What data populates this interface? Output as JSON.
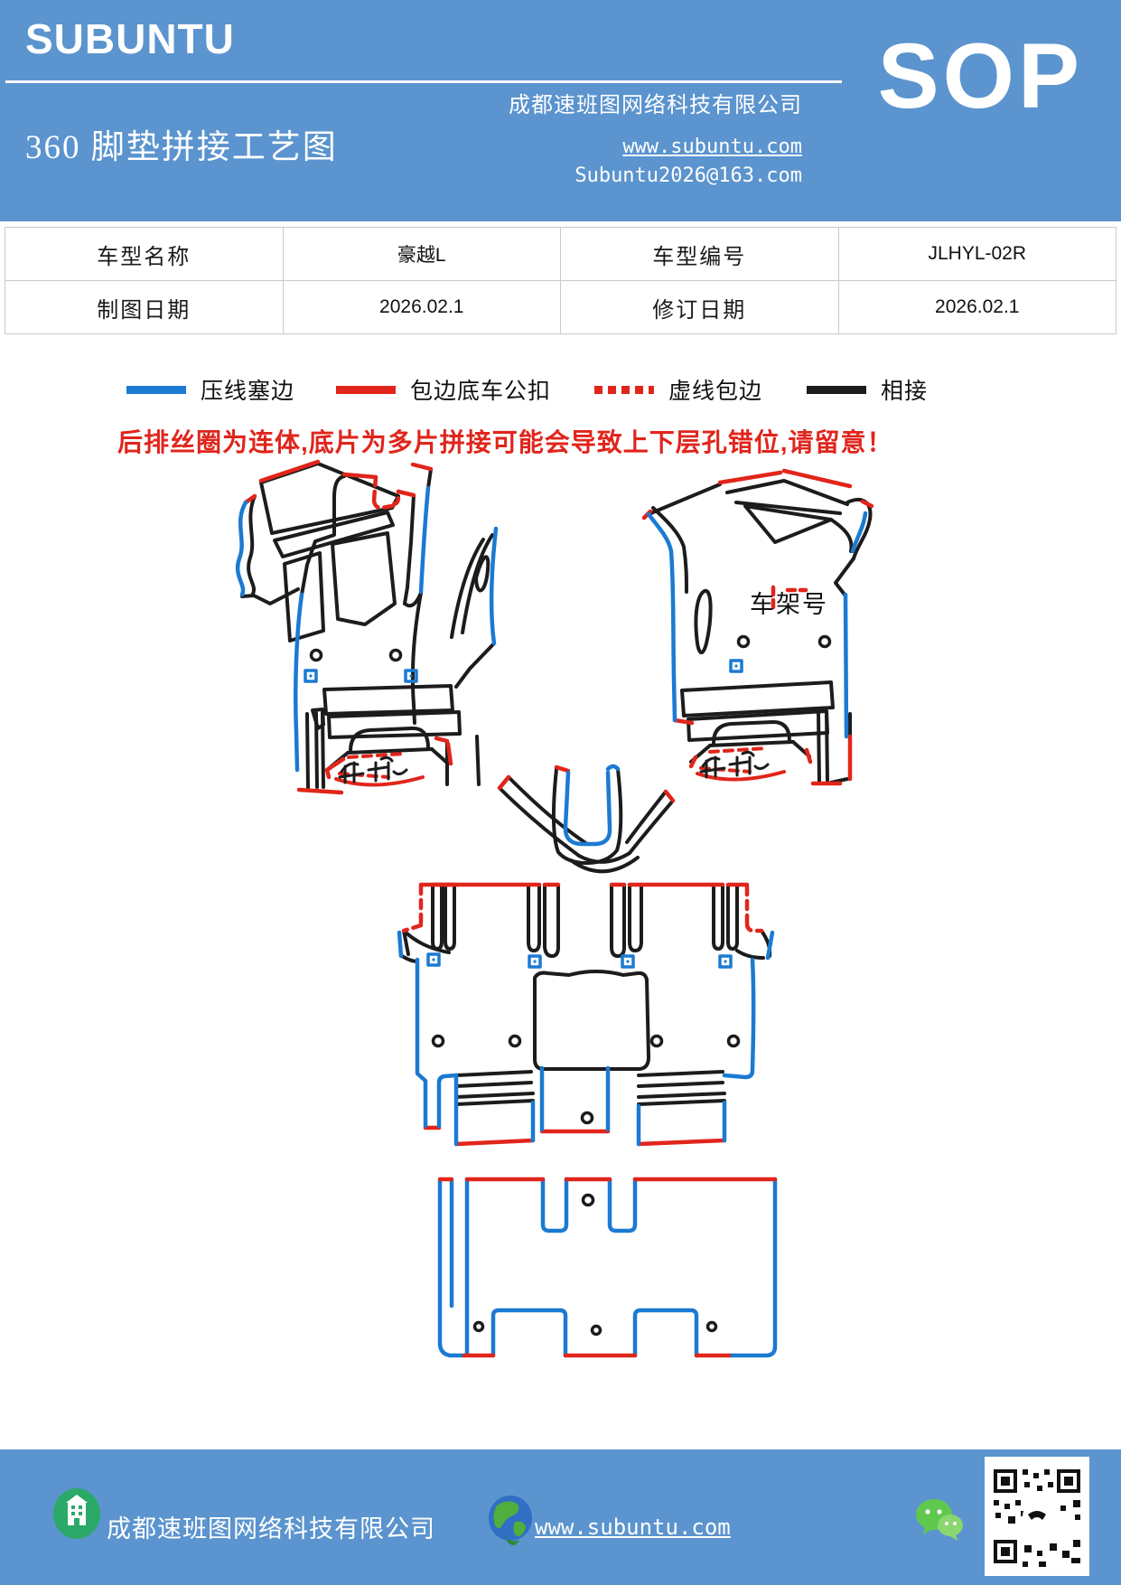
{
  "colors": {
    "brand_blue": "#5b94ce",
    "line_blue": "#1b7ad2",
    "line_red": "#e1251b",
    "line_black": "#1c1c1c",
    "warning_red": "#e0251c",
    "table_border": "#c9c9c9"
  },
  "header": {
    "logo": "SUBUNTU",
    "title": "360 脚垫拼接工艺图",
    "company": "成都速班图网络科技有限公司",
    "website": "www.subuntu.com",
    "email": "Subuntu2026@163.com",
    "badge": "SOP"
  },
  "info_table": {
    "rows": [
      {
        "c0": "车型名称",
        "c1": "豪越L",
        "c2": "车型编号",
        "c3": "JLHYL-02R"
      },
      {
        "c0": "制图日期",
        "c1": "2026.02.1",
        "c2": "修订日期",
        "c3": "2026.02.1"
      }
    ]
  },
  "legend": {
    "items": [
      {
        "label": "压线塞边",
        "color": "#1b7ad2",
        "style": "solid"
      },
      {
        "label": "包边底车公扣",
        "color": "#e1251b",
        "style": "solid"
      },
      {
        "label": "虚线包边",
        "color": "#e1251b",
        "style": "dotted"
      },
      {
        "label": "相接",
        "color": "#1c1c1c",
        "style": "solid"
      }
    ]
  },
  "warning": "后排丝圈为连体,底片为多片拼接可能会导致上下层孔错位,请留意！",
  "diagram": {
    "vin_label": "车架号"
  },
  "footer": {
    "company": "成都速班图网络科技有限公司",
    "website": "www.subuntu.com"
  }
}
